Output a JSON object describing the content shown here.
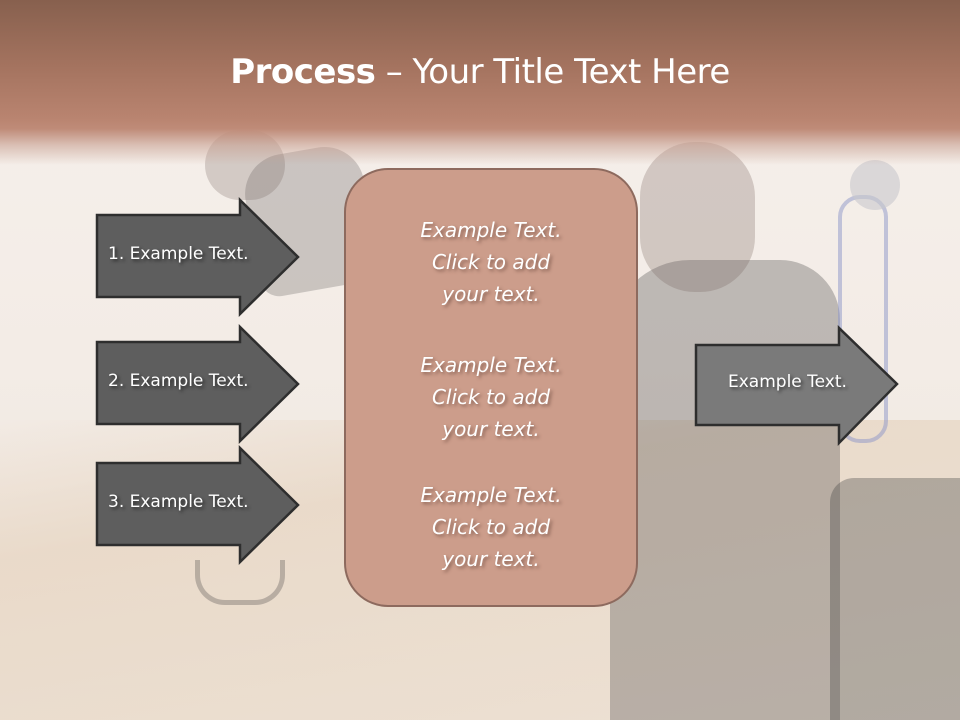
{
  "slide": {
    "title_bold": "Process",
    "title_rest": " – Your Title Text Here",
    "colors": {
      "header_top": "#87604e",
      "header_bottom": "#bf8b78",
      "center_box_fill": "#cc9d8b",
      "center_box_border": "#8d6a5e",
      "left_arrow_fill": "#5e5e5e",
      "right_arrow_fill": "#7a7a7a",
      "arrow_border": "#2e2e2e",
      "text": "#ffffff"
    }
  },
  "left_arrows": [
    {
      "label": "1. Example Text."
    },
    {
      "label": "2. Example Text."
    },
    {
      "label": "3. Example Text."
    }
  ],
  "center_box": {
    "blocks": [
      {
        "line1": "Example Text.",
        "line2": "Click  to add",
        "line3": "your text."
      },
      {
        "line1": "Example Text.",
        "line2": "Click  to add",
        "line3": "your text."
      },
      {
        "line1": "Example Text.",
        "line2": "Click  to add",
        "line3": "your text."
      }
    ]
  },
  "right_arrow": {
    "label": "Example Text."
  }
}
